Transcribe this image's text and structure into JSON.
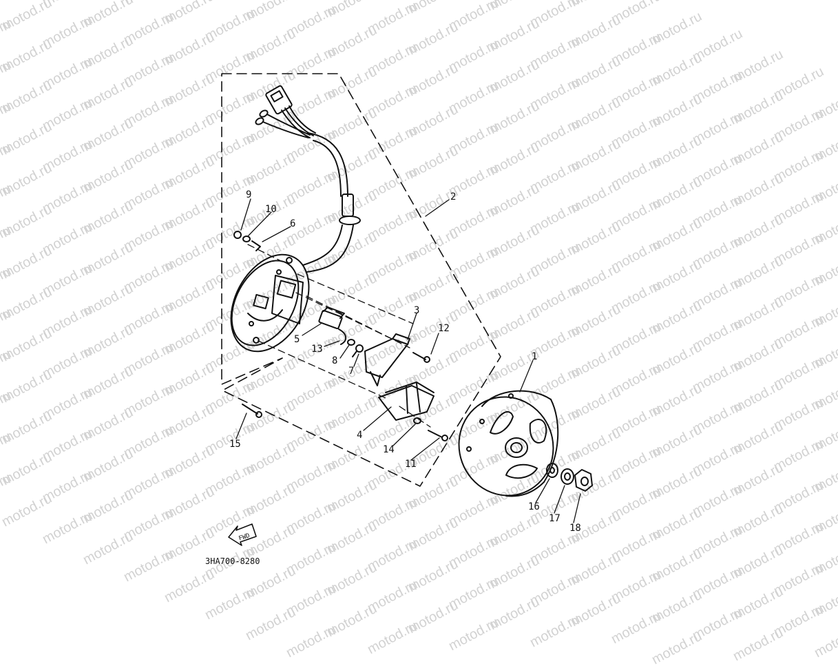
{
  "watermark": "motod.ru",
  "drawing_code": "3HA700-8280",
  "fwd_label": "FWD",
  "callouts": [
    "1",
    "2",
    "3",
    "4",
    "5",
    "6",
    "7",
    "8",
    "9",
    "10",
    "11",
    "12",
    "13",
    "14",
    "15",
    "16",
    "17",
    "18"
  ]
}
